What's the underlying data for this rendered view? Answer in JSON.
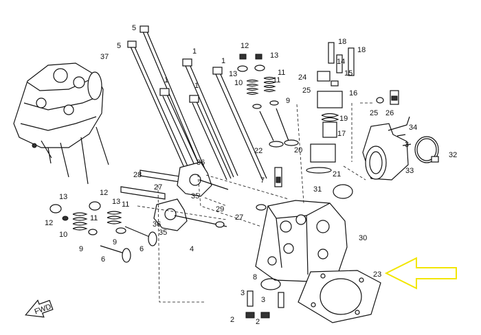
{
  "callouts": [
    {
      "id": "c37",
      "label": "37"
    },
    {
      "id": "c5a",
      "label": "5"
    },
    {
      "id": "c5b",
      "label": "5"
    },
    {
      "id": "c1a",
      "label": "1"
    },
    {
      "id": "c1b",
      "label": "1"
    },
    {
      "id": "c1c",
      "label": "1"
    },
    {
      "id": "c1d",
      "label": "1"
    },
    {
      "id": "c12t",
      "label": "12"
    },
    {
      "id": "c13t",
      "label": "13"
    },
    {
      "id": "c13t2",
      "label": "13"
    },
    {
      "id": "c10t",
      "label": "10"
    },
    {
      "id": "c11t",
      "label": "11"
    },
    {
      "id": "c11t2",
      "label": "11"
    },
    {
      "id": "c9t",
      "label": "9"
    },
    {
      "id": "c22",
      "label": "22"
    },
    {
      "id": "c20",
      "label": "20"
    },
    {
      "id": "c18a",
      "label": "18"
    },
    {
      "id": "c18b",
      "label": "18"
    },
    {
      "id": "c14",
      "label": "14"
    },
    {
      "id": "c24",
      "label": "24"
    },
    {
      "id": "c15",
      "label": "15"
    },
    {
      "id": "c25a",
      "label": "25"
    },
    {
      "id": "c16",
      "label": "16"
    },
    {
      "id": "c25b",
      "label": "25"
    },
    {
      "id": "c26",
      "label": "26"
    },
    {
      "id": "c19",
      "label": "19"
    },
    {
      "id": "c17",
      "label": "17"
    },
    {
      "id": "c34",
      "label": "34"
    },
    {
      "id": "c3",
      "label": "3"
    },
    {
      "id": "c32",
      "label": "32"
    },
    {
      "id": "c33",
      "label": "33"
    },
    {
      "id": "c21",
      "label": "21"
    },
    {
      "id": "c31",
      "label": "31"
    },
    {
      "id": "c7",
      "label": "7"
    },
    {
      "id": "c36a",
      "label": "36"
    },
    {
      "id": "c28",
      "label": "28"
    },
    {
      "id": "c27a",
      "label": "27"
    },
    {
      "id": "c35a",
      "label": "35"
    },
    {
      "id": "c29",
      "label": "29"
    },
    {
      "id": "c27b",
      "label": "27"
    },
    {
      "id": "c36b",
      "label": "36"
    },
    {
      "id": "c35b",
      "label": "35"
    },
    {
      "id": "c4",
      "label": "4"
    },
    {
      "id": "c13l",
      "label": "13"
    },
    {
      "id": "c12l",
      "label": "12"
    },
    {
      "id": "c12m",
      "label": "12"
    },
    {
      "id": "c13m",
      "label": "13"
    },
    {
      "id": "c11m",
      "label": "11"
    },
    {
      "id": "c10l",
      "label": "10"
    },
    {
      "id": "c11l",
      "label": "11"
    },
    {
      "id": "c9l",
      "label": "9"
    },
    {
      "id": "c9m",
      "label": "9"
    },
    {
      "id": "c6l",
      "label": "6"
    },
    {
      "id": "c6m",
      "label": "6"
    },
    {
      "id": "c30",
      "label": "30"
    },
    {
      "id": "c8",
      "label": "8"
    },
    {
      "id": "c23",
      "label": "23"
    },
    {
      "id": "c3b1",
      "label": "3"
    },
    {
      "id": "c3b2",
      "label": "3"
    },
    {
      "id": "c2a",
      "label": "2"
    },
    {
      "id": "c2b",
      "label": "2"
    }
  ],
  "direction_arrow": {
    "label": "FWD"
  },
  "highlight": {
    "color": "#f2e600",
    "target": "23"
  }
}
